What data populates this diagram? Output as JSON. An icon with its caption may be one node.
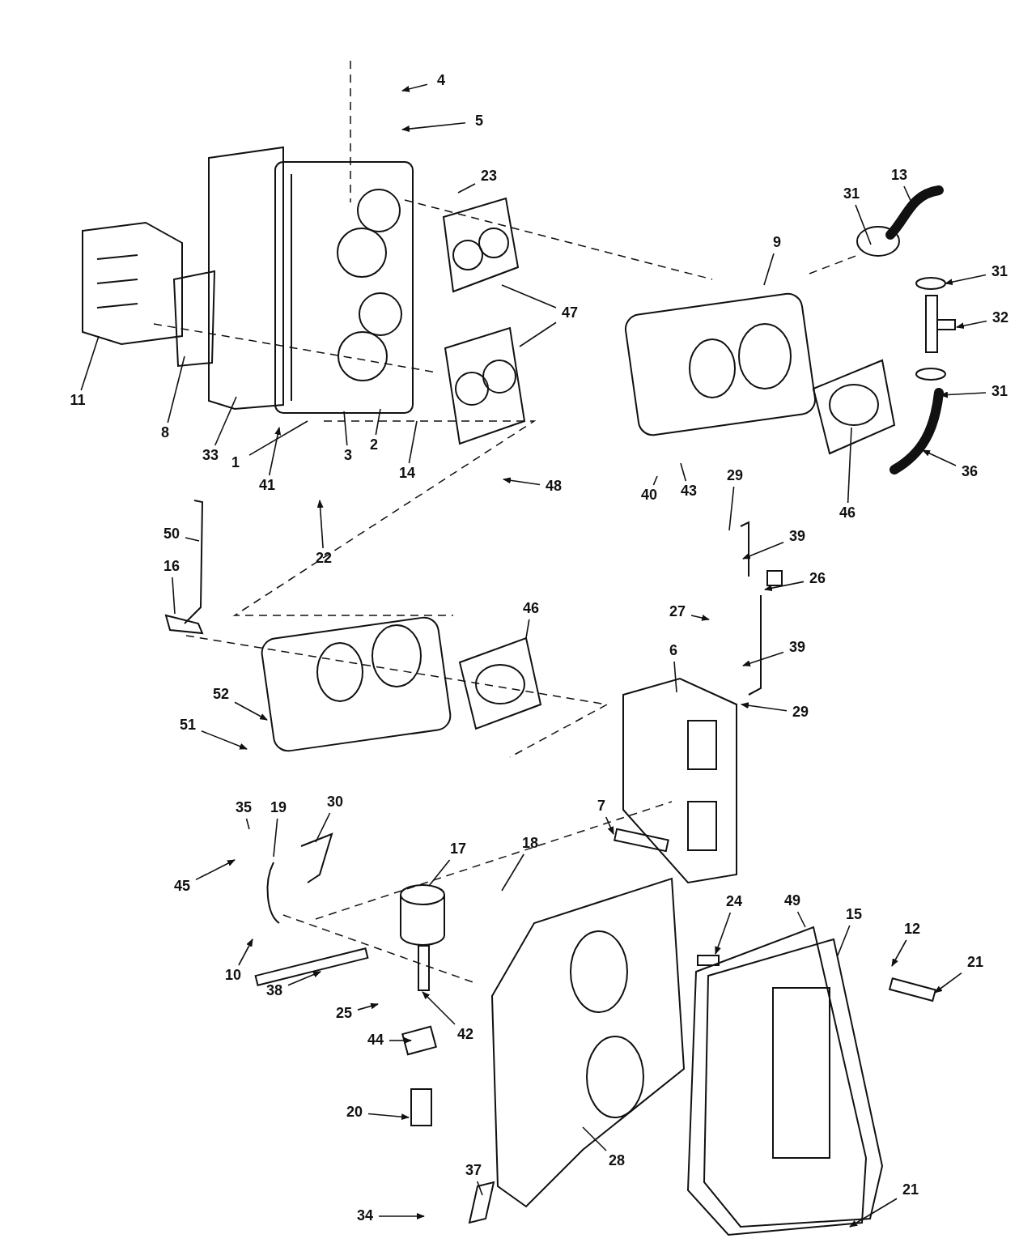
{
  "diagram": {
    "nodes": [
      {
        "text": [
          "4"
        ]
      },
      {
        "text": [
          "5"
        ]
      },
      {
        "text": [
          "23"
        ]
      },
      {
        "text": [
          "13"
        ]
      },
      {
        "text": [
          "31"
        ]
      },
      {
        "text": [
          "9"
        ]
      },
      {
        "text": [
          "31"
        ]
      },
      {
        "text": [
          "47"
        ]
      },
      {
        "text": [
          "32"
        ]
      },
      {
        "text": [
          "11"
        ]
      },
      {
        "text": [
          "8"
        ]
      },
      {
        "text": [
          "33"
        ]
      },
      {
        "text": [
          "1"
        ]
      },
      {
        "text": [
          "3"
        ]
      },
      {
        "text": [
          "2"
        ]
      },
      {
        "text": [
          "14"
        ]
      },
      {
        "text": [
          "31"
        ]
      },
      {
        "text": [
          "46"
        ]
      },
      {
        "text": [
          "36"
        ]
      },
      {
        "text": [
          "40"
        ]
      },
      {
        "text": [
          "43"
        ]
      },
      {
        "text": [
          "29"
        ]
      },
      {
        "text": [
          "41"
        ]
      },
      {
        "text": [
          "48"
        ]
      },
      {
        "text": [
          "22"
        ]
      },
      {
        "text": [
          "39"
        ]
      },
      {
        "text": [
          "50"
        ]
      },
      {
        "text": [
          "16"
        ]
      },
      {
        "text": [
          "26"
        ]
      },
      {
        "text": [
          "46"
        ]
      },
      {
        "text": [
          "27"
        ]
      },
      {
        "text": [
          "39"
        ]
      },
      {
        "text": [
          "6"
        ]
      },
      {
        "text": [
          "29"
        ]
      },
      {
        "text": [
          "52"
        ]
      },
      {
        "text": [
          "51"
        ]
      },
      {
        "text": [
          "35"
        ]
      },
      {
        "text": [
          "19"
        ]
      },
      {
        "text": [
          "30"
        ]
      },
      {
        "text": [
          "7"
        ]
      },
      {
        "text": [
          "45"
        ]
      },
      {
        "text": [
          "17"
        ]
      },
      {
        "text": [
          "18"
        ]
      },
      {
        "text": [
          "24"
        ]
      },
      {
        "text": [
          "49"
        ]
      },
      {
        "text": [
          "15"
        ]
      },
      {
        "text": [
          "12"
        ]
      },
      {
        "text": [
          "21"
        ]
      },
      {
        "text": [
          "10"
        ]
      },
      {
        "text": [
          "38"
        ]
      },
      {
        "text": [
          "25"
        ]
      },
      {
        "text": [
          "42"
        ]
      },
      {
        "text": [
          "44"
        ]
      },
      {
        "text": [
          "20"
        ]
      },
      {
        "text": [
          "28"
        ]
      },
      {
        "text": [
          "37"
        ]
      },
      {
        "text": [
          "34"
        ]
      },
      {
        "text": [
          "21"
        ]
      }
    ],
    "edges": [
      {
        "from": 0,
        "to": null,
        "arrow": "to"
      },
      {
        "from": 1,
        "to": null,
        "arrow": "to"
      },
      {
        "from": 2,
        "to": null,
        "arrow": "none"
      },
      {
        "from": 3,
        "to": null,
        "arrow": "none"
      },
      {
        "from": 4,
        "to": null,
        "arrow": "none"
      },
      {
        "from": 5,
        "to": null,
        "arrow": "none"
      },
      {
        "from": 6,
        "to": null,
        "arrow": "to"
      },
      {
        "from": 7,
        "to": null,
        "arrow": "none"
      },
      {
        "from": 7,
        "to": null,
        "arrow": "none"
      },
      {
        "from": 8,
        "to": null,
        "arrow": "to"
      },
      {
        "from": 9,
        "to": null,
        "arrow": "none"
      },
      {
        "from": 10,
        "to": null,
        "arrow": "none"
      },
      {
        "from": 11,
        "to": null,
        "arrow": "none"
      },
      {
        "from": 12,
        "to": null,
        "arrow": "none"
      },
      {
        "from": 13,
        "to": null,
        "arrow": "none"
      },
      {
        "from": 14,
        "to": null,
        "arrow": "none"
      },
      {
        "from": 15,
        "to": null,
        "arrow": "none"
      },
      {
        "from": 16,
        "to": null,
        "arrow": "to"
      },
      {
        "from": 17,
        "to": null,
        "arrow": "none"
      },
      {
        "from": 18,
        "to": null,
        "arrow": "to"
      },
      {
        "from": 19,
        "to": null,
        "arrow": "none"
      },
      {
        "from": 20,
        "to": null,
        "arrow": "none"
      },
      {
        "from": 21,
        "to": null,
        "arrow": "none"
      },
      {
        "from": 22,
        "to": null,
        "arrow": "to"
      },
      {
        "from": 23,
        "to": null,
        "arrow": "to"
      },
      {
        "from": 24,
        "to": null,
        "arrow": "to"
      },
      {
        "from": 25,
        "to": null,
        "arrow": "to"
      },
      {
        "from": 26,
        "to": null,
        "arrow": "none"
      },
      {
        "from": 27,
        "to": null,
        "arrow": "none"
      },
      {
        "from": 28,
        "to": null,
        "arrow": "to"
      },
      {
        "from": 29,
        "to": null,
        "arrow": "none"
      },
      {
        "from": 30,
        "to": null,
        "arrow": "to"
      },
      {
        "from": 31,
        "to": null,
        "arrow": "to"
      },
      {
        "from": 32,
        "to": null,
        "arrow": "none"
      },
      {
        "from": 33,
        "to": null,
        "arrow": "to"
      },
      {
        "from": 34,
        "to": null,
        "arrow": "to"
      },
      {
        "from": 35,
        "to": null,
        "arrow": "to"
      },
      {
        "from": 36,
        "to": null,
        "arrow": "none"
      },
      {
        "from": 37,
        "to": null,
        "arrow": "none"
      },
      {
        "from": 38,
        "to": null,
        "arrow": "none"
      },
      {
        "from": 39,
        "to": null,
        "arrow": "to"
      },
      {
        "from": 40,
        "to": null,
        "arrow": "to"
      },
      {
        "from": 41,
        "to": null,
        "arrow": "none"
      },
      {
        "from": 42,
        "to": null,
        "arrow": "none"
      },
      {
        "from": 43,
        "to": null,
        "arrow": "to"
      },
      {
        "from": 44,
        "to": null,
        "arrow": "none"
      },
      {
        "from": 45,
        "to": null,
        "arrow": "none"
      },
      {
        "from": 46,
        "to": null,
        "arrow": "to"
      },
      {
        "from": 47,
        "to": null,
        "arrow": "to"
      },
      {
        "from": 48,
        "to": null,
        "arrow": "to"
      },
      {
        "from": 49,
        "to": null,
        "arrow": "to"
      },
      {
        "from": 50,
        "to": null,
        "arrow": "to"
      },
      {
        "from": 51,
        "to": null,
        "arrow": "to"
      },
      {
        "from": 52,
        "to": null,
        "arrow": "to"
      },
      {
        "from": 53,
        "to": null,
        "arrow": "to"
      },
      {
        "from": 54,
        "to": null,
        "arrow": "none"
      },
      {
        "from": 55,
        "to": null,
        "arrow": "none"
      },
      {
        "from": 56,
        "to": null,
        "arrow": "to"
      },
      {
        "from": 57,
        "to": null,
        "arrow": "to"
      }
    ]
  }
}
